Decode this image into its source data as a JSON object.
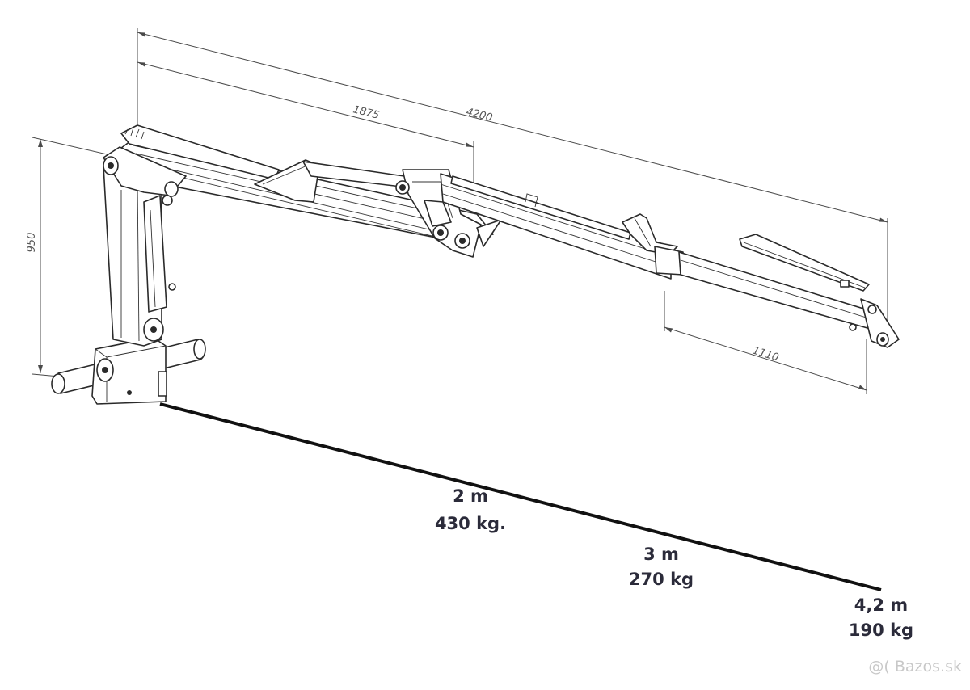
{
  "dimensions": {
    "overall_length": "4200",
    "inner_boom_length": "1875",
    "extension_length": "1110",
    "column_height": "950"
  },
  "load_points": [
    {
      "distance": "2 m",
      "load": "430 kg."
    },
    {
      "distance": "3 m",
      "load": "270 kg"
    },
    {
      "distance": "4,2 m",
      "load": "190 kg"
    }
  ],
  "watermark": "@( Bazos.sk",
  "colors": {
    "line": "#2a2a2a",
    "load_text": "#2b2b3a",
    "baseline": "#111111",
    "watermark": "#c8c8c8"
  }
}
